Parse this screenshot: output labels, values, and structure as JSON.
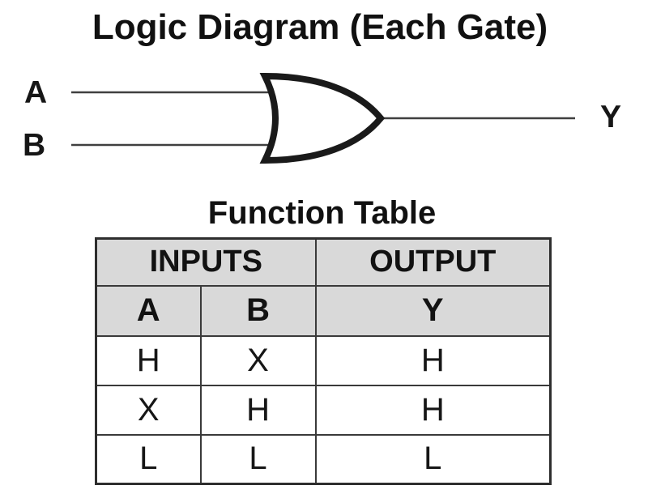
{
  "logic_diagram": {
    "title": "Logic Diagram (Each Gate)",
    "gate_symbol": "or-gate",
    "inputs": [
      {
        "label": "A"
      },
      {
        "label": "B"
      }
    ],
    "output": {
      "label": "Y"
    }
  },
  "function_table": {
    "title": "Function Table",
    "header_groups": [
      {
        "label": "INPUTS",
        "colspan": 2
      },
      {
        "label": "OUTPUT",
        "colspan": 1
      }
    ],
    "columns": [
      "A",
      "B",
      "Y"
    ],
    "rows": [
      [
        "H",
        "X",
        "H"
      ],
      [
        "X",
        "H",
        "H"
      ],
      [
        "L",
        "L",
        "L"
      ]
    ]
  },
  "colors": {
    "ink": "#111111",
    "wire": "#3f3f3f",
    "gate_stroke": "#1a1a1a",
    "table_border_outer": "#2e2e2e",
    "table_border_inner": "#3a3a3a",
    "header_bg": "#d9d9d9",
    "background": "#ffffff"
  }
}
